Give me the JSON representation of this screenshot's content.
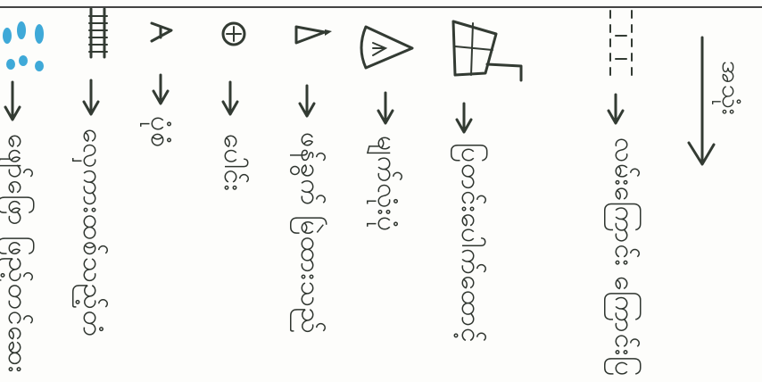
{
  "colors": {
    "ink": "#333b33",
    "blue": "#3fa9d8",
    "paper": "#fdfdfb"
  },
  "columns": [
    {
      "icon": "blue-dots-icon",
      "text": "ဖျော်ဖြော ဖြည့်တင်ဆေး"
    },
    {
      "icon": "ladder-icon",
      "text": "လှေကားထစ်သည့်တံ"
    },
    {
      "icon": "letter-a-icon",
      "text": "ပုံစံ"
    },
    {
      "icon": "circle-plus-icon",
      "text": "ပေါင်း"
    },
    {
      "icon": "cup-icon",
      "text": "ဖန်ခွက် မြဲထားသည်"
    },
    {
      "icon": "eye-icon",
      "text": "မျက်လုံးပုံ"
    },
    {
      "icon": "window-table-icon",
      "text": "ပြတင်းပေါက်ထောင့်"
    },
    {
      "icon": "dashed-lines-icon",
      "text": "လမ်းကြောင်း ကြောင်းပြ"
    }
  ],
  "header": {
    "text": "အသုံး"
  }
}
